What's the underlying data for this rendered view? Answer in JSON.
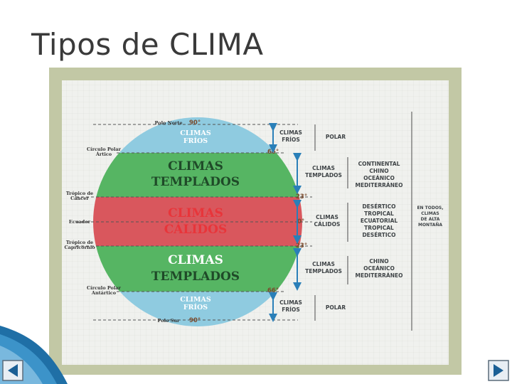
{
  "slide": {
    "title": "Tipos de CLIMA"
  },
  "diagram": {
    "left_labels": {
      "polo_norte": "Polo Norte",
      "circulo_artico_1": "Círculo Polar",
      "circulo_artico_2": "Ártico",
      "cancer_1": "Trópico de",
      "cancer_2": "Cáncer",
      "ecuador": "Ecuador",
      "capricornio_1": "Trópico de",
      "capricornio_2": "Capricornio",
      "circulo_antartico_1": "Círculo Polar",
      "circulo_antartico_2": "Antártico",
      "polo_sur": "Polo Sur"
    },
    "degrees": {
      "north_pole": "90°",
      "arctic": "66°",
      "cancer": "23°",
      "equator": "0°",
      "capricorn": "23°",
      "antarctic": "66°",
      "south_pole": "90°"
    },
    "bands": {
      "frios_top_1": "CLIMAS",
      "frios_top_2": "FRÍOS",
      "templados_top_1": "CLIMAS",
      "templados_top_2": "TEMPLADOS",
      "calidos_1": "CLIMAS",
      "calidos_2": "CÁLIDOS",
      "templados_bottom_1": "CLIMAS",
      "templados_bottom_2": "TEMPLADOS",
      "frios_bottom_1": "CLIMAS",
      "frios_bottom_2": "FRÍOS"
    },
    "zones": {
      "frios_n_1": "CLIMAS",
      "frios_n_2": "FRÍOS",
      "templados_n_1": "CLIMAS",
      "templados_n_2": "TEMPLADOS",
      "calidos_1": "CLIMAS",
      "calidos_2": "CÁLIDOS",
      "templados_s_1": "CLIMAS",
      "templados_s_2": "TEMPLADOS",
      "frios_s_1": "CLIMAS",
      "frios_s_2": "FRÍOS"
    },
    "types": {
      "polar_n": "POLAR",
      "templado_n_1": "CONTINENTAL",
      "templado_n_2": "CHINO",
      "templado_n_3": "OCEÁNICO",
      "templado_n_4": "MEDITERRÁNEO",
      "calido_1": "DESÉRTICO",
      "calido_2": "TROPICAL",
      "calido_3": "ECUATORIAL",
      "calido_4": "TROPICAL",
      "calido_5": "DESÉRTICO",
      "templado_s_1": "CHINO",
      "templado_s_2": "OCEÁNICO",
      "templado_s_3": "MEDITERRÁNEO",
      "polar_s": "POLAR"
    },
    "mountain": {
      "line1": "EN TODOS,",
      "line2": "CLIMAS",
      "line3": "DE ALTA",
      "line4": "MONTAÑA"
    },
    "colors": {
      "frame": "#c2c8a5",
      "paper": "#f0f1ee",
      "cold": "#8fcbe0",
      "temperate": "#56b563",
      "warm": "#d9575d",
      "warm_text": "#e8353a",
      "text_dark": "#3f4447",
      "degree_text": "#7a4a2c",
      "arrow": "#2a7fb8"
    }
  }
}
